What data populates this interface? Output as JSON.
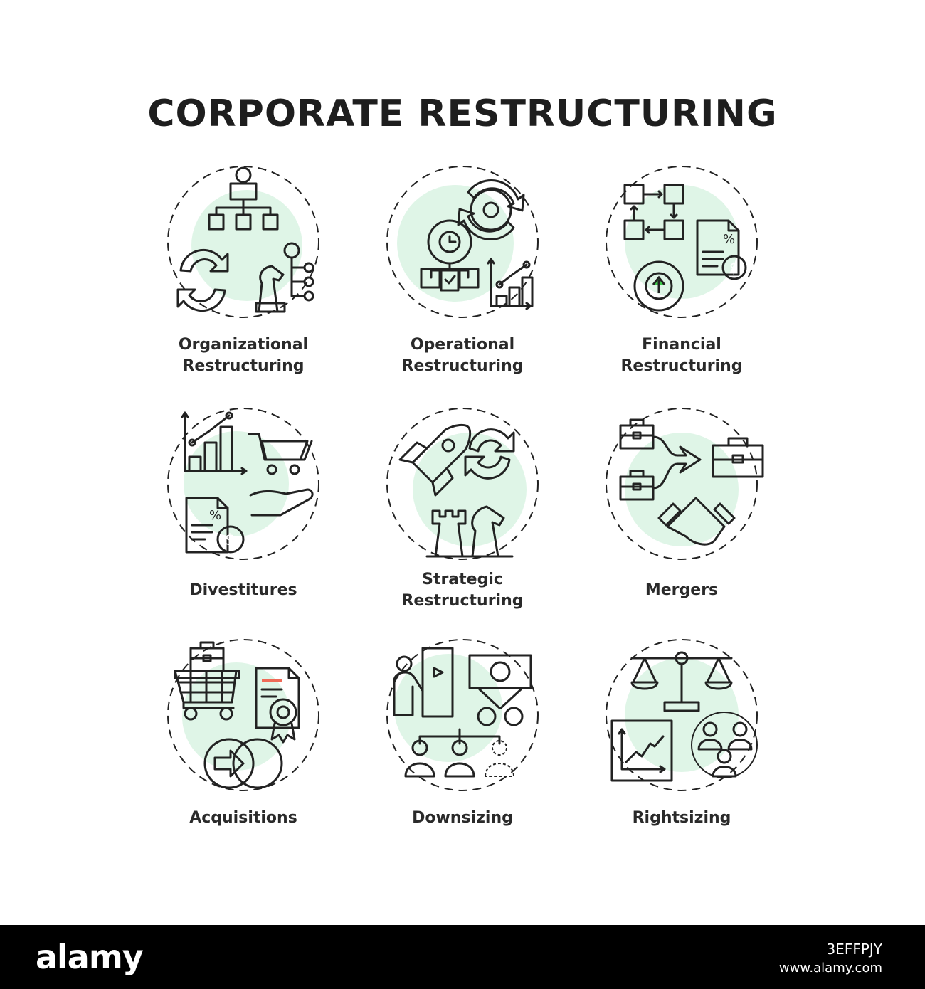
{
  "title": "CORPORATE RESTRUCTURING",
  "colors": {
    "accent_green": "#3dc94a",
    "accent_red": "#ef6b58",
    "halo": "#dff5e7",
    "outline": "#222222"
  },
  "icons": [
    {
      "icon": "org-chart-icon",
      "lines": [
        "Organizational",
        "Restructuring"
      ]
    },
    {
      "icon": "gears-workflow-icon",
      "lines": [
        "Operational",
        "Restructuring"
      ]
    },
    {
      "icon": "finance-flow-icon",
      "lines": [
        "Financial",
        "Restructuring"
      ]
    },
    {
      "icon": "sale-hand-icon",
      "lines": [
        "Divestitures"
      ]
    },
    {
      "icon": "rocket-chess-icon",
      "lines": [
        "Strategic",
        "Restructuring"
      ]
    },
    {
      "icon": "briefcase-handshake-icon",
      "lines": [
        "Mergers"
      ]
    },
    {
      "icon": "cart-certificate-icon",
      "lines": [
        "Acquisitions"
      ]
    },
    {
      "icon": "scissors-people-icon",
      "lines": [
        "Downsizing"
      ]
    },
    {
      "icon": "scales-chart-icon",
      "lines": [
        "Rightsizing"
      ]
    }
  ],
  "footer": {
    "brand": "alamy",
    "image_id": "3EFFPJY",
    "url": "www.alamy.com"
  }
}
